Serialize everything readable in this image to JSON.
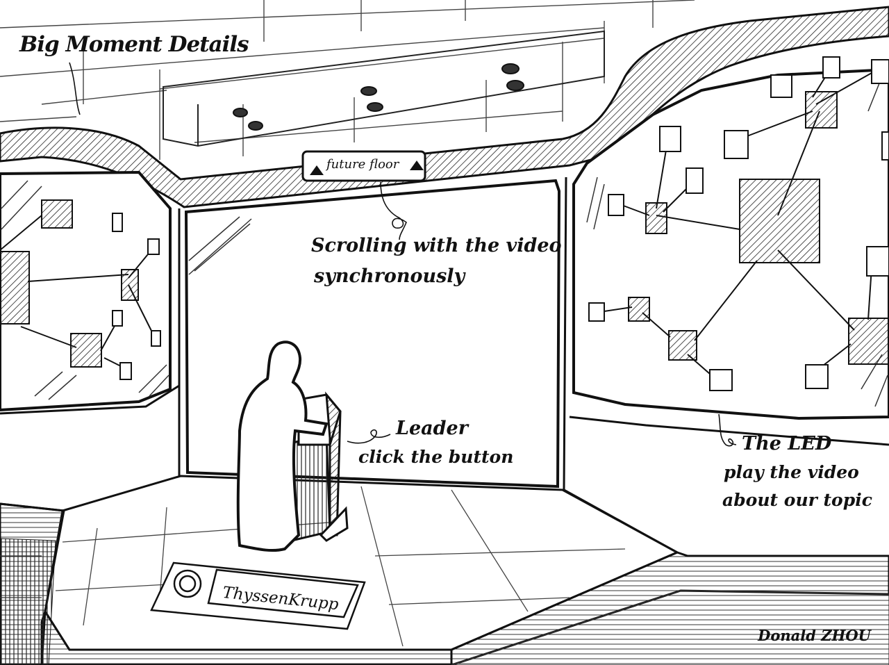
{
  "title": "Big Moment Details",
  "author": "Donald ZHOU",
  "ceiling_sign": "future floor",
  "floor_logo_text": "ThyssenKrupp",
  "annotations": {
    "scrolling": [
      "Scrolling with the video",
      "synchronously"
    ],
    "leader": [
      "Leader",
      "click the button"
    ],
    "led": [
      "The LED",
      "play the video",
      "about our topic"
    ]
  },
  "style": {
    "ink": "#111111",
    "paper": "#ffffff"
  }
}
